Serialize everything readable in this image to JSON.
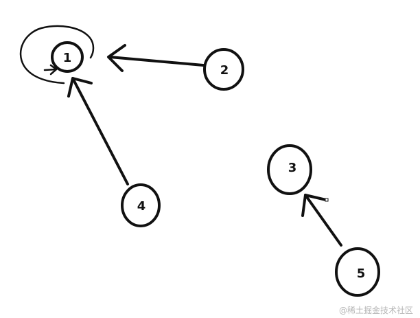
{
  "diagram": {
    "nodes": [
      {
        "id": "n1",
        "label": "1"
      },
      {
        "id": "n2",
        "label": "2"
      },
      {
        "id": "n3",
        "label": "3"
      },
      {
        "id": "n4",
        "label": "4"
      },
      {
        "id": "n5",
        "label": "5"
      }
    ],
    "edges": [
      {
        "from": "2",
        "to": "1"
      },
      {
        "from": "4",
        "to": "1"
      },
      {
        "from": "5",
        "to": "3"
      },
      {
        "from": "1",
        "to": "1",
        "type": "self-loop"
      }
    ],
    "colors": {
      "ink": "#111111",
      "background": "#ffffff",
      "watermark": "#b5b5b5"
    }
  },
  "watermark": {
    "text": "@稀土掘金技术社区"
  }
}
